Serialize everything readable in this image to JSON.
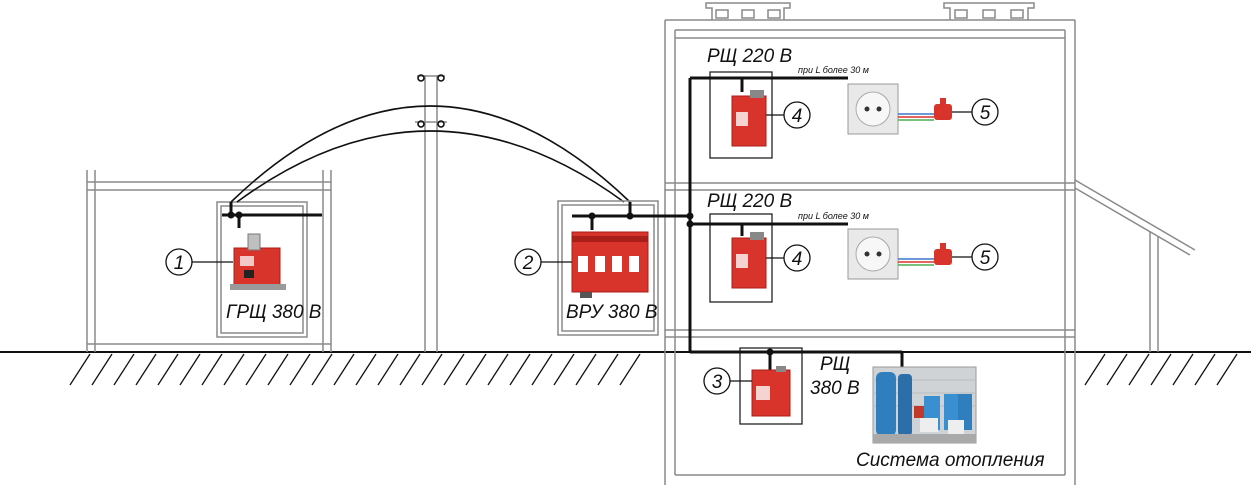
{
  "callouts": {
    "n1": "1",
    "n2": "2",
    "n3": "3",
    "n4a": "4",
    "n4b": "4",
    "n5a": "5",
    "n5b": "5"
  },
  "labels": {
    "grsch": "ГРЩ  380  В",
    "vru": "ВРУ  380  В",
    "rsch_top": "РЩ  220  В",
    "rsch_mid": "РЩ  220  В",
    "rsch_bottom_line1": "РЩ",
    "rsch_bottom_line2": "380  В",
    "cable_note_top": "при  L  более 30 м",
    "cable_note_mid": "при  L  более 30 м",
    "heating": "Система  отопления"
  },
  "colors": {
    "device_red": "#d9342b",
    "device_dark_red": "#a81f1a",
    "line": "#111111",
    "wall": "#8a8a8a",
    "socket_plate": "#e9e9e9",
    "boiler_blue": "#2f7fbf"
  }
}
